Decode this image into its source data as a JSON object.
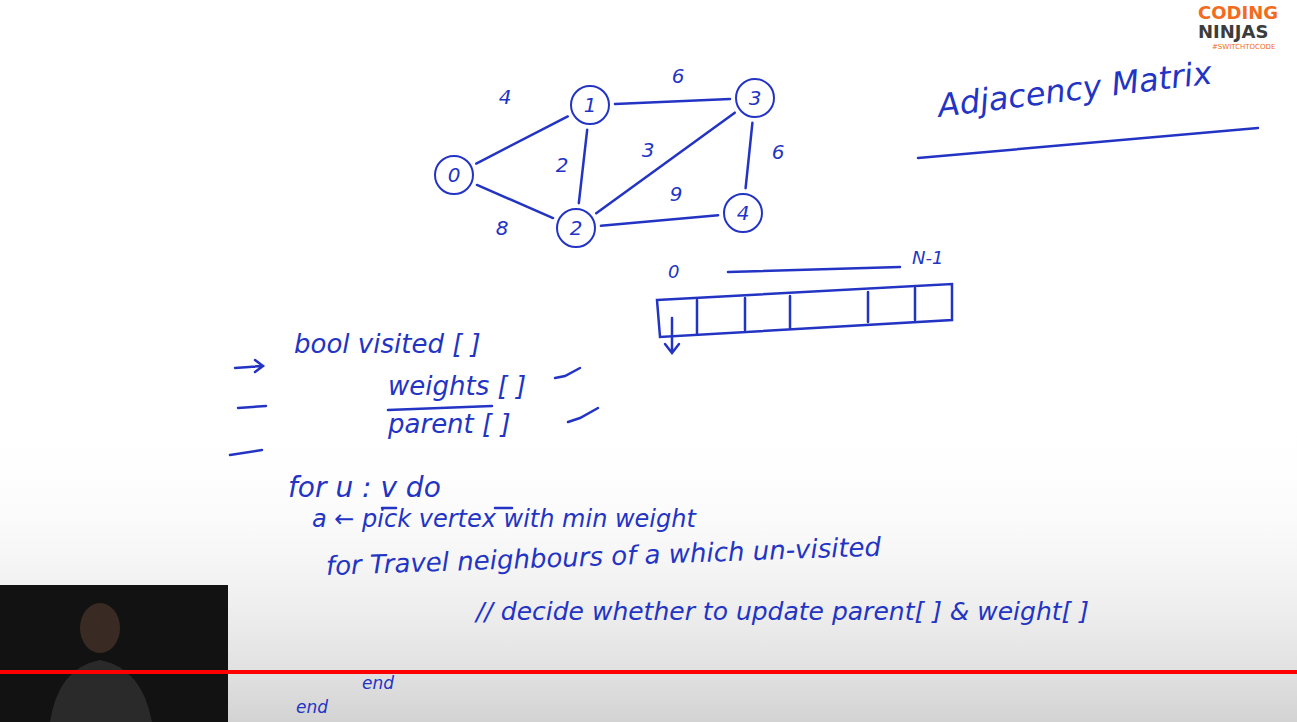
{
  "diagram": {
    "nodes": [
      {
        "text": [
          "0"
        ]
      },
      {
        "text": [
          "1"
        ]
      },
      {
        "text": [
          "3"
        ]
      },
      {
        "text": [
          "2"
        ]
      },
      {
        "text": [
          "4"
        ]
      }
    ],
    "edges": [
      {
        "from": 0,
        "to": 1,
        "arrow": "none",
        "label": "4"
      },
      {
        "from": 0,
        "to": 3,
        "arrow": "none",
        "label": "8"
      },
      {
        "from": 1,
        "to": 3,
        "arrow": "none",
        "label": "2"
      },
      {
        "from": 1,
        "to": 2,
        "arrow": "none",
        "label": "6"
      },
      {
        "from": 3,
        "to": 2,
        "arrow": "none",
        "label": "3"
      },
      {
        "from": 3,
        "to": 4,
        "arrow": "none",
        "label": "9"
      },
      {
        "from": 2,
        "to": 4,
        "arrow": "none",
        "label": "6"
      }
    ],
    "labels": [
      "CODING",
      "NINJAS",
      "#SWITCHTOCODE",
      "Adjacency Matrix",
      "0",
      "N-1",
      "bool visited [ ]",
      "weights [ ]",
      "parent [ ]",
      "for u : v do",
      "a ← pick vertex with min weight",
      "for Travel neighbours of a which un-visited",
      "// decide whether to update parent[ ] & weight[ ]",
      "end",
      "end"
    ]
  }
}
